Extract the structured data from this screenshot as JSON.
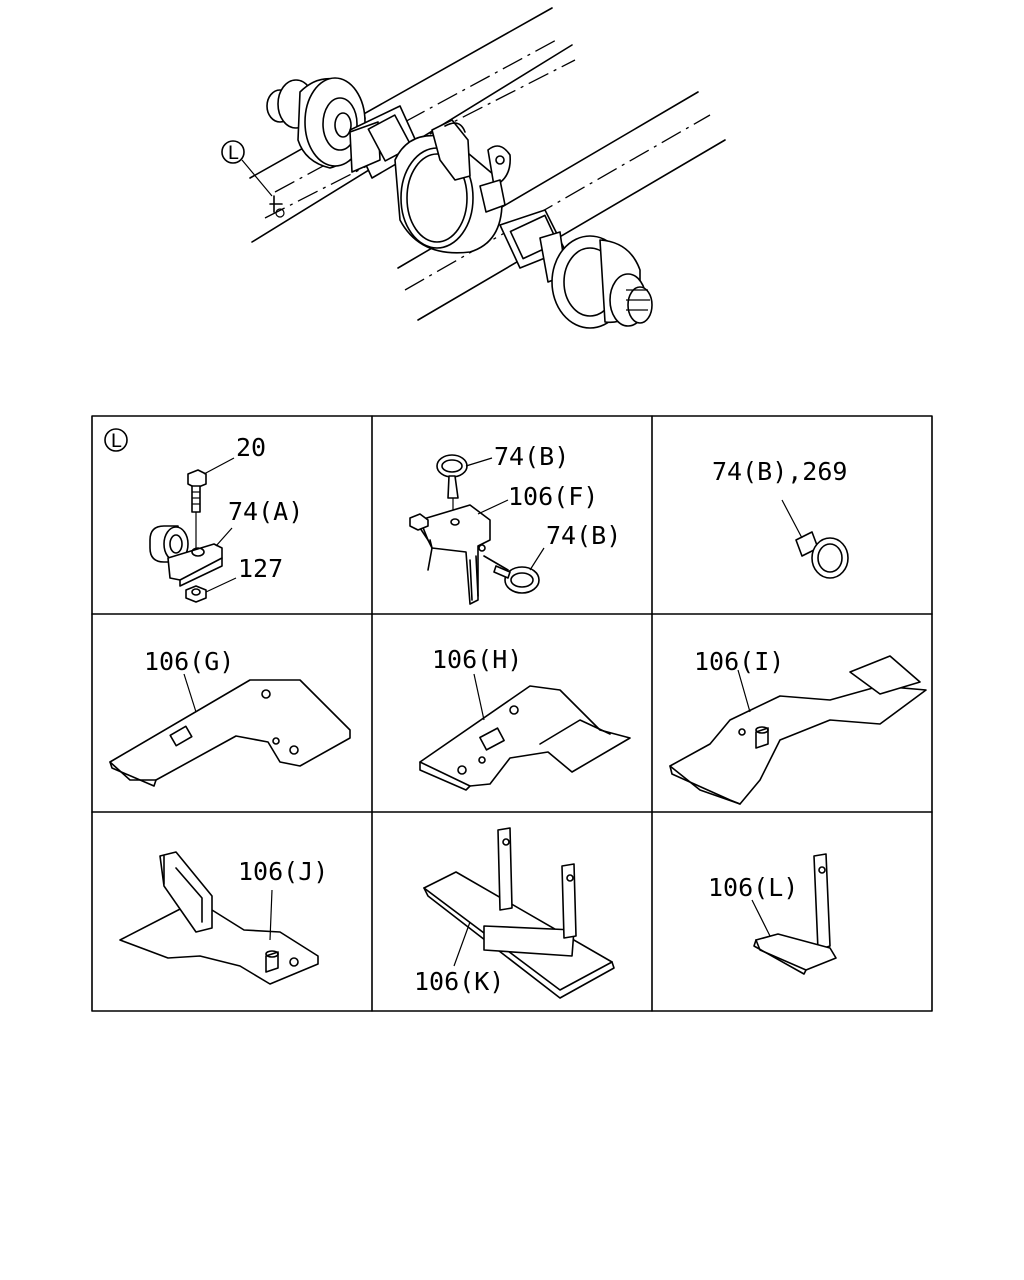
{
  "axis_callout": "L",
  "panels": [
    {
      "detail_marker": "L",
      "labels": [
        "20",
        "74(A)",
        "127"
      ]
    },
    {
      "labels": [
        "74(B)",
        "106(F)",
        "74(B)"
      ]
    },
    {
      "labels": [
        "74(B),269"
      ]
    },
    {
      "labels": [
        "106(G)"
      ]
    },
    {
      "labels": [
        "106(H)"
      ]
    },
    {
      "labels": [
        "106(I)"
      ]
    },
    {
      "labels": [
        "106(J)"
      ]
    },
    {
      "labels": [
        "106(K)"
      ]
    },
    {
      "labels": [
        "106(L)"
      ]
    }
  ]
}
